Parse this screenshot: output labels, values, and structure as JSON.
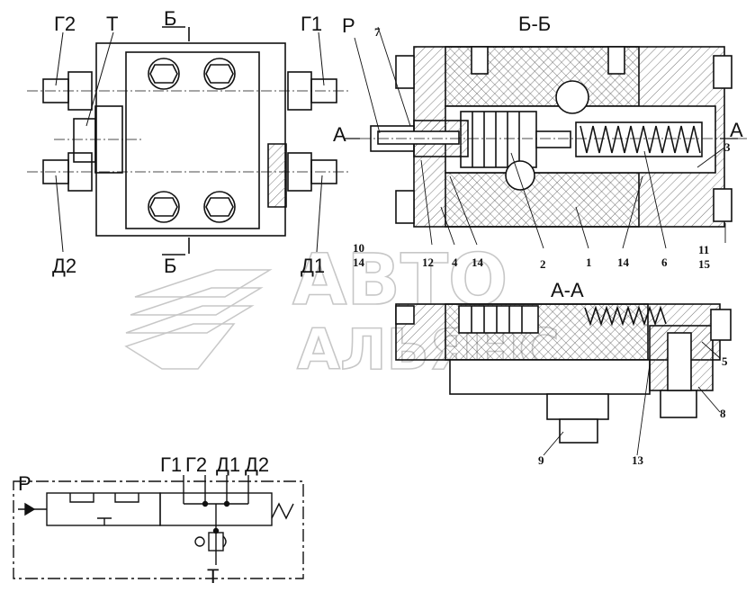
{
  "watermark": {
    "line1": "АВТО",
    "line2": "АЛЬЯНС"
  },
  "front_view": {
    "labels": {
      "g2": "Г2",
      "t": "Т",
      "g1": "Г1",
      "d2": "Д2",
      "d1": "Д1",
      "b_top": "Б",
      "b_bottom": "Б"
    }
  },
  "section_bb": {
    "title": "Б-Б",
    "port_p": "Р",
    "arrow_a_left": "А",
    "arrow_a_right": "А",
    "callouts": [
      "7",
      "3",
      "10",
      "14",
      "12",
      "4",
      "14",
      "2",
      "1",
      "14",
      "6",
      "11",
      "15"
    ]
  },
  "section_aa": {
    "title": "А-А",
    "callouts": [
      "5",
      "8",
      "9",
      "13"
    ]
  },
  "schematic": {
    "port_p": "Р",
    "port_t": "Т",
    "ports_top": [
      "Г1",
      "Г2",
      "Д1",
      "Д2"
    ]
  },
  "colors": {
    "line": "#111111",
    "hatch": "#444444",
    "watermark": "#9a9a9a"
  }
}
